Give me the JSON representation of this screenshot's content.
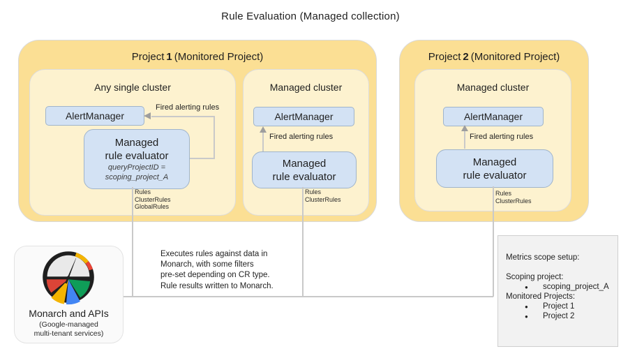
{
  "title": "Rule Evaluation (Managed collection)",
  "colors": {
    "project_fill": "#fbdf94",
    "cluster_fill": "#fdf2cf",
    "node_fill": "#d3e2f4",
    "node_border": "#9fb4cb",
    "connector_line": "#c9c9c9",
    "arrowhead": "#9e9e9e",
    "panel_fill": "#f2f2f2",
    "logo_red": "#db4437",
    "logo_yellow": "#f4b400",
    "logo_blue": "#4285f4",
    "logo_green": "#0f9d58"
  },
  "projects": [
    {
      "header": {
        "prefix": "Project",
        "number": "1",
        "suffix": "(Monitored Project)"
      },
      "clusters": [
        {
          "title": "Any single cluster",
          "alertmanager": "AlertManager",
          "evaluator_line1": "Managed",
          "evaluator_line2": "rule evaluator",
          "evaluator_note_line1": "queryProjectID =",
          "evaluator_note_line2": "scoping_project_A",
          "arrow_label": "Fired alerting rules",
          "rule_types": [
            "Rules",
            "ClusterRules",
            "GlobalRules"
          ]
        },
        {
          "title": "Managed cluster",
          "alertmanager": "AlertManager",
          "evaluator_line1": "Managed",
          "evaluator_line2": "rule evaluator",
          "arrow_label": "Fired alerting rules",
          "rule_types": [
            "Rules",
            "ClusterRules"
          ]
        }
      ]
    },
    {
      "header": {
        "prefix": "Project",
        "number": "2",
        "suffix": "(Monitored Project)"
      },
      "clusters": [
        {
          "title": "Managed cluster",
          "alertmanager": "AlertManager",
          "evaluator_line1": "Managed",
          "evaluator_line2": "rule evaluator",
          "arrow_label": "Fired alerting rules",
          "rule_types": [
            "Rules",
            "ClusterRules"
          ]
        }
      ]
    }
  ],
  "monarch": {
    "title": "Monarch and APIs",
    "subtitle_line1": "(Google-managed",
    "subtitle_line2": "multi-tenant services)"
  },
  "note": {
    "lines": [
      "Executes rules against data in",
      "Monarch, with some filters",
      "pre-set depending on CR type.",
      "Rule results written to Monarch."
    ]
  },
  "metrics_scope": {
    "bullet": "●",
    "heading": "Metrics scope setup:",
    "scoping_label": "Scoping project:",
    "scoping_value": "scoping_project_A",
    "monitored_label": "Monitored Projects:",
    "monitored_values": [
      "Project 1",
      "Project 2"
    ]
  }
}
